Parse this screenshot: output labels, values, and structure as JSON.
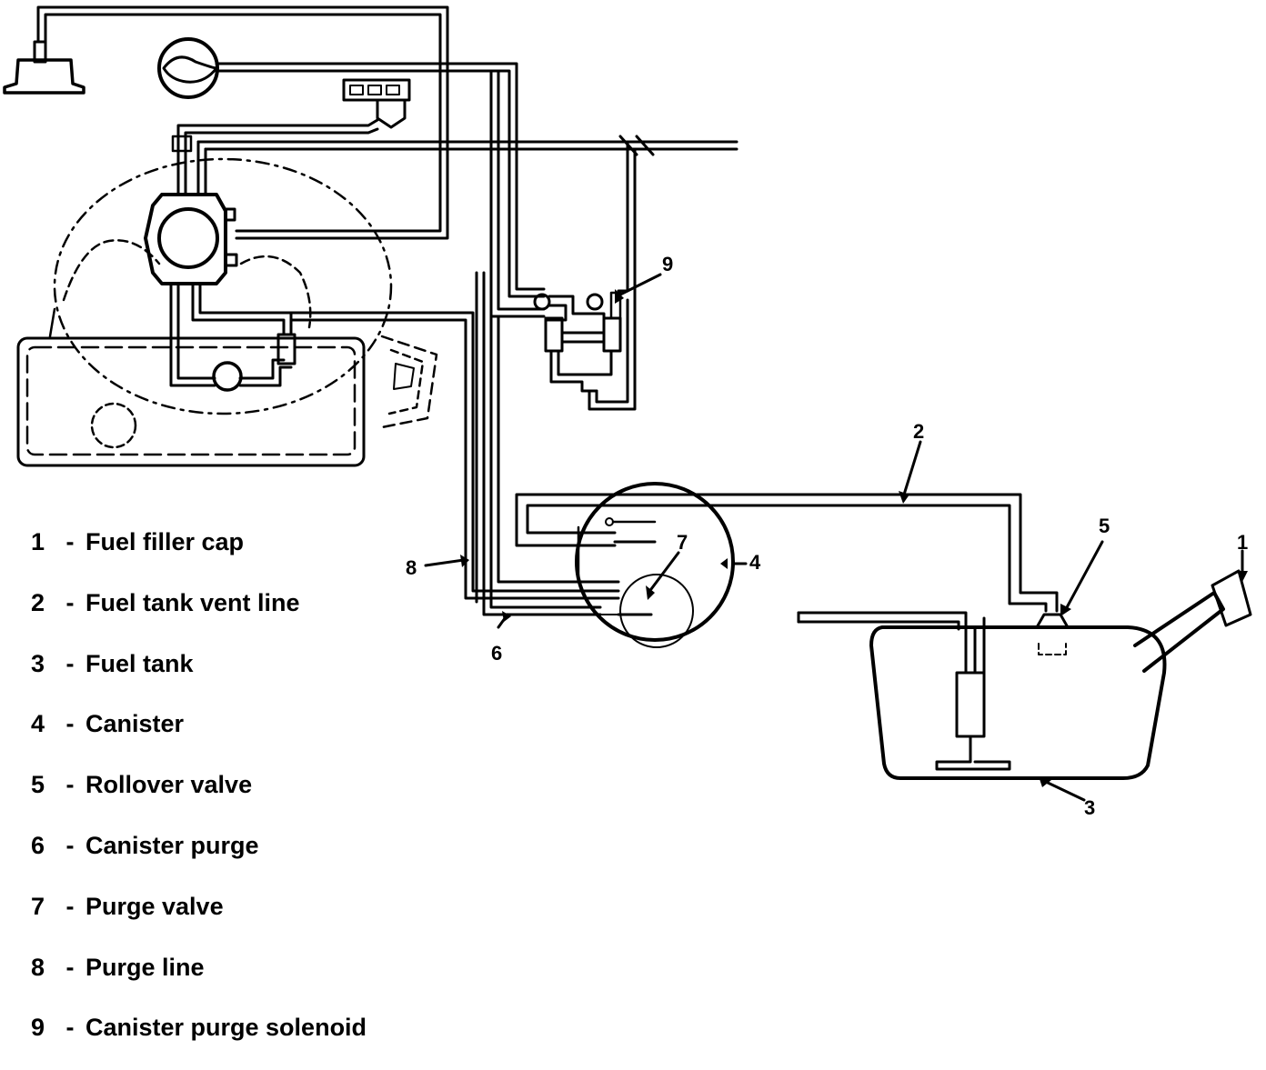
{
  "callouts": [
    "1",
    "2",
    "3",
    "4",
    "5",
    "6",
    "7",
    "8",
    "9"
  ],
  "legend": [
    {
      "number": "1",
      "separator": "-",
      "label": "Fuel filler cap"
    },
    {
      "number": "2",
      "separator": "-",
      "label": "Fuel tank vent line"
    },
    {
      "number": "3",
      "separator": "-",
      "label": "Fuel tank"
    },
    {
      "number": "4",
      "separator": "-",
      "label": "Canister"
    },
    {
      "number": "5",
      "separator": "-",
      "label": "Rollover valve"
    },
    {
      "number": "6",
      "separator": "-",
      "label": "Canister purge"
    },
    {
      "number": "7",
      "separator": "-",
      "label": "Purge valve"
    },
    {
      "number": "8",
      "separator": "-",
      "label": "Purge line"
    },
    {
      "number": "9",
      "separator": "-",
      "label": "Canister purge solenoid"
    }
  ]
}
